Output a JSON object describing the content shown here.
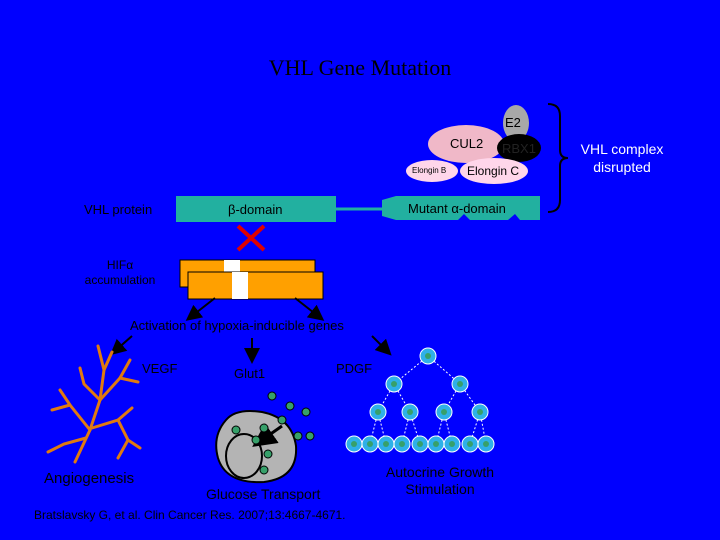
{
  "slide": {
    "title": "VHL Gene Mutation",
    "citation": "Bratslavsky G, et al. Clin Cancer Res. 2007;13:4667-4671."
  },
  "complex": {
    "e2": "E2",
    "cul2": "CUL2",
    "rbx1": "RBX1",
    "elongin_b": "Elongin B",
    "elongin_c": "Elongin C",
    "disrupted_label_line1": "VHL complex",
    "disrupted_label_line2": "disrupted"
  },
  "vhl": {
    "protein_label": "VHL protein",
    "beta_domain": "β-domain",
    "mutant_alpha_domain": "Mutant α-domain"
  },
  "hif": {
    "label_line1": "HIFα",
    "label_line2": "accumulation",
    "activation": "Activation of hypoxia-inducible genes"
  },
  "genes": {
    "vegf": "VEGF",
    "glut1": "Glut1",
    "pdgf": "PDGF"
  },
  "outcomes": {
    "angiogenesis": "Angiogenesis",
    "glucose_transport": "Glucose Transport",
    "autocrine_line1": "Autocrine Growth",
    "autocrine_line2": "Stimulation"
  },
  "colors": {
    "background": "#0000ff",
    "domain_bar": "#22b0a0",
    "orange": "#ffa000",
    "cell_blue": "#2fb0e8",
    "cell_green": "#37a06a",
    "cross": "#e00000",
    "vein": "#e07a10"
  }
}
